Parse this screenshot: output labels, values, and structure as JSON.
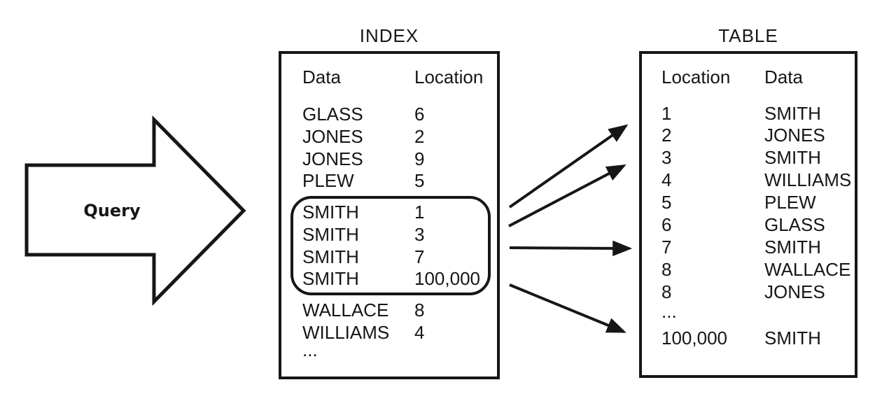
{
  "colors": {
    "ink": "#161616",
    "background": "#ffffff"
  },
  "query": {
    "label": "Query"
  },
  "index": {
    "title": "INDEX",
    "col_data": "Data",
    "col_location": "Location",
    "rows": [
      {
        "data": "GLASS",
        "location": "6"
      },
      {
        "data": "JONES",
        "location": "2"
      },
      {
        "data": "JONES",
        "location": "9"
      },
      {
        "data": "PLEW",
        "location": "5"
      }
    ],
    "highlight_rows": [
      {
        "data": "SMITH",
        "location": "1"
      },
      {
        "data": "SMITH",
        "location": "3"
      },
      {
        "data": "SMITH",
        "location": "7"
      },
      {
        "data": "SMITH",
        "location": "100,000"
      }
    ],
    "rows_after": [
      {
        "data": "WALLACE",
        "location": "8"
      },
      {
        "data": "WILLIAMS",
        "location": "4"
      }
    ],
    "ellipsis": "..."
  },
  "table": {
    "title": "TABLE",
    "col_location": "Location",
    "col_data": "Data",
    "rows": [
      {
        "location": "1",
        "data": "SMITH"
      },
      {
        "location": "2",
        "data": "JONES"
      },
      {
        "location": "3",
        "data": "SMITH"
      },
      {
        "location": "4",
        "data": "WILLIAMS"
      },
      {
        "location": "5",
        "data": "PLEW"
      },
      {
        "location": "6",
        "data": "GLASS"
      },
      {
        "location": "7",
        "data": "SMITH"
      },
      {
        "location": "8",
        "data": "WALLACE"
      },
      {
        "location": "8",
        "data": "JONES"
      }
    ],
    "ellipsis": "...",
    "final_row": {
      "location": "100,000",
      "data": "SMITH"
    }
  }
}
